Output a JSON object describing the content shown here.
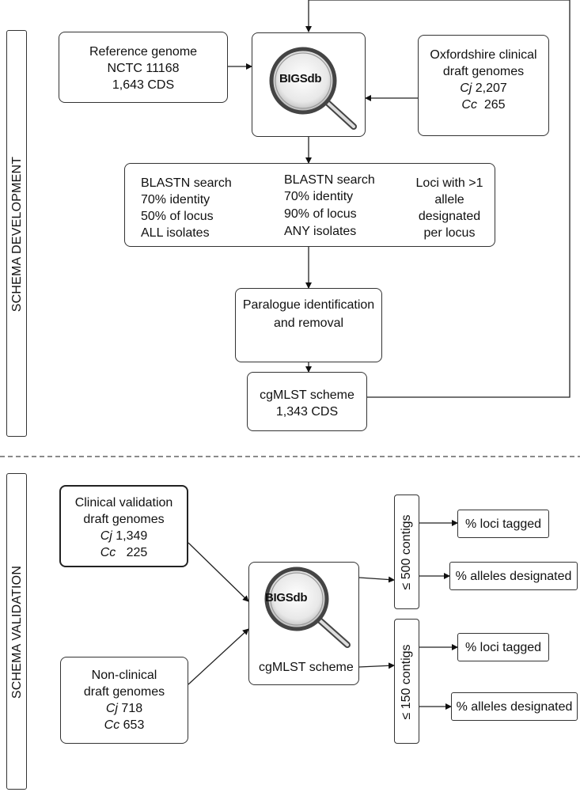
{
  "sections": {
    "development_label": "SCHEMA DEVELOPMENT",
    "validation_label": "SCHEMA VALIDATION"
  },
  "development": {
    "reference": {
      "line1": "Reference genome",
      "line2": "NCTC 11168",
      "line3": "1,643 CDS"
    },
    "oxford": {
      "line1": "Oxfordshire clinical",
      "line2": "draft genomes",
      "cj_species": "Cj",
      "cj_count": "2,207",
      "cc_species": "Cc",
      "cc_count": "265"
    },
    "bigsdb_label": "BIGSdb",
    "blast_col1": [
      "BLASTN search",
      "70% identity",
      "50% of locus",
      "ALL isolates"
    ],
    "blast_col2": [
      "BLASTN search",
      "70% identity",
      "90% of locus",
      "ANY isolates"
    ],
    "blast_col3": [
      "Loci with >1",
      "allele",
      "designated",
      "per locus"
    ],
    "paralogue": {
      "line1": "Paralogue identification",
      "line2": "and removal"
    },
    "cgmlst": {
      "line1": "cgMLST scheme",
      "line2": "1,343 CDS"
    }
  },
  "validation": {
    "clinical": {
      "line1": "Clinical validation",
      "line2": "draft genomes",
      "cj_species": "Cj",
      "cj_count": "1,349",
      "cc_species": "Cc",
      "cc_count": "225"
    },
    "nonclinical": {
      "line1": "Non-clinical",
      "line2": "draft genomes",
      "cj_species": "Cj",
      "cj_count": "718",
      "cc_species": "Cc",
      "cc_count": "653"
    },
    "bigsdb_label": "BIGSdb",
    "scheme_label": "cgMLST scheme",
    "contigs_500": "≤ 500 contigs",
    "contigs_150": "≤ 150 contigs",
    "loci_tagged_1": "% loci tagged",
    "alleles_designated_1": "% alleles designated",
    "loci_tagged_2": "% loci tagged",
    "alleles_designated_2": "% alleles designated"
  },
  "icons": [
    "magnifier-icon"
  ]
}
